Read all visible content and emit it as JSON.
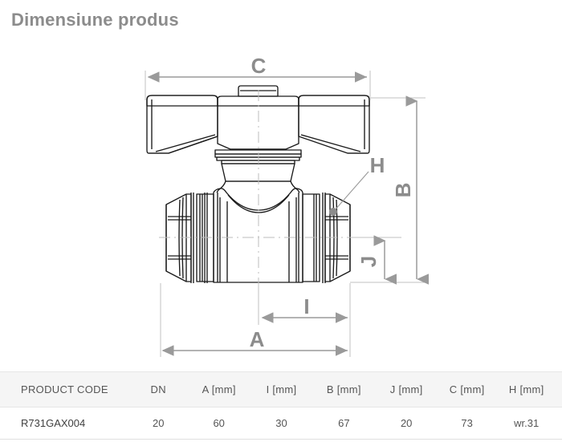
{
  "page": {
    "title": "Dimensiune produs"
  },
  "drawing": {
    "type": "technical-dimension-drawing",
    "subject": "butterfly-handle ball valve",
    "dimension_labels": [
      {
        "key": "C",
        "label": "C",
        "orientation": "horizontal",
        "position": "top"
      },
      {
        "key": "B",
        "label": "B",
        "orientation": "vertical",
        "position": "right-outer"
      },
      {
        "key": "H",
        "label": "H",
        "orientation": "leader",
        "position": "right-upper"
      },
      {
        "key": "J",
        "label": "J",
        "orientation": "vertical",
        "position": "right-inner"
      },
      {
        "key": "I",
        "label": "I",
        "orientation": "horizontal",
        "position": "bottom-inner"
      },
      {
        "key": "A",
        "label": "A",
        "orientation": "horizontal",
        "position": "bottom-outer"
      }
    ],
    "colors": {
      "outline": "#1a1a1a",
      "dimension_line": "#9a9a9a",
      "dimension_label": "#8c8c8c",
      "centerline": "#b5b5b5"
    }
  },
  "table": {
    "headers": [
      "PRODUCT CODE",
      "DN",
      "A [mm]",
      "I [mm]",
      "B [mm]",
      "J [mm]",
      "C [mm]",
      "H [mm]"
    ],
    "rows": [
      {
        "product_code": "R731GAX004",
        "dn": "20",
        "a_mm": "60",
        "i_mm": "30",
        "b_mm": "67",
        "j_mm": "20",
        "c_mm": "73",
        "h_mm": "wr.31"
      }
    ]
  }
}
